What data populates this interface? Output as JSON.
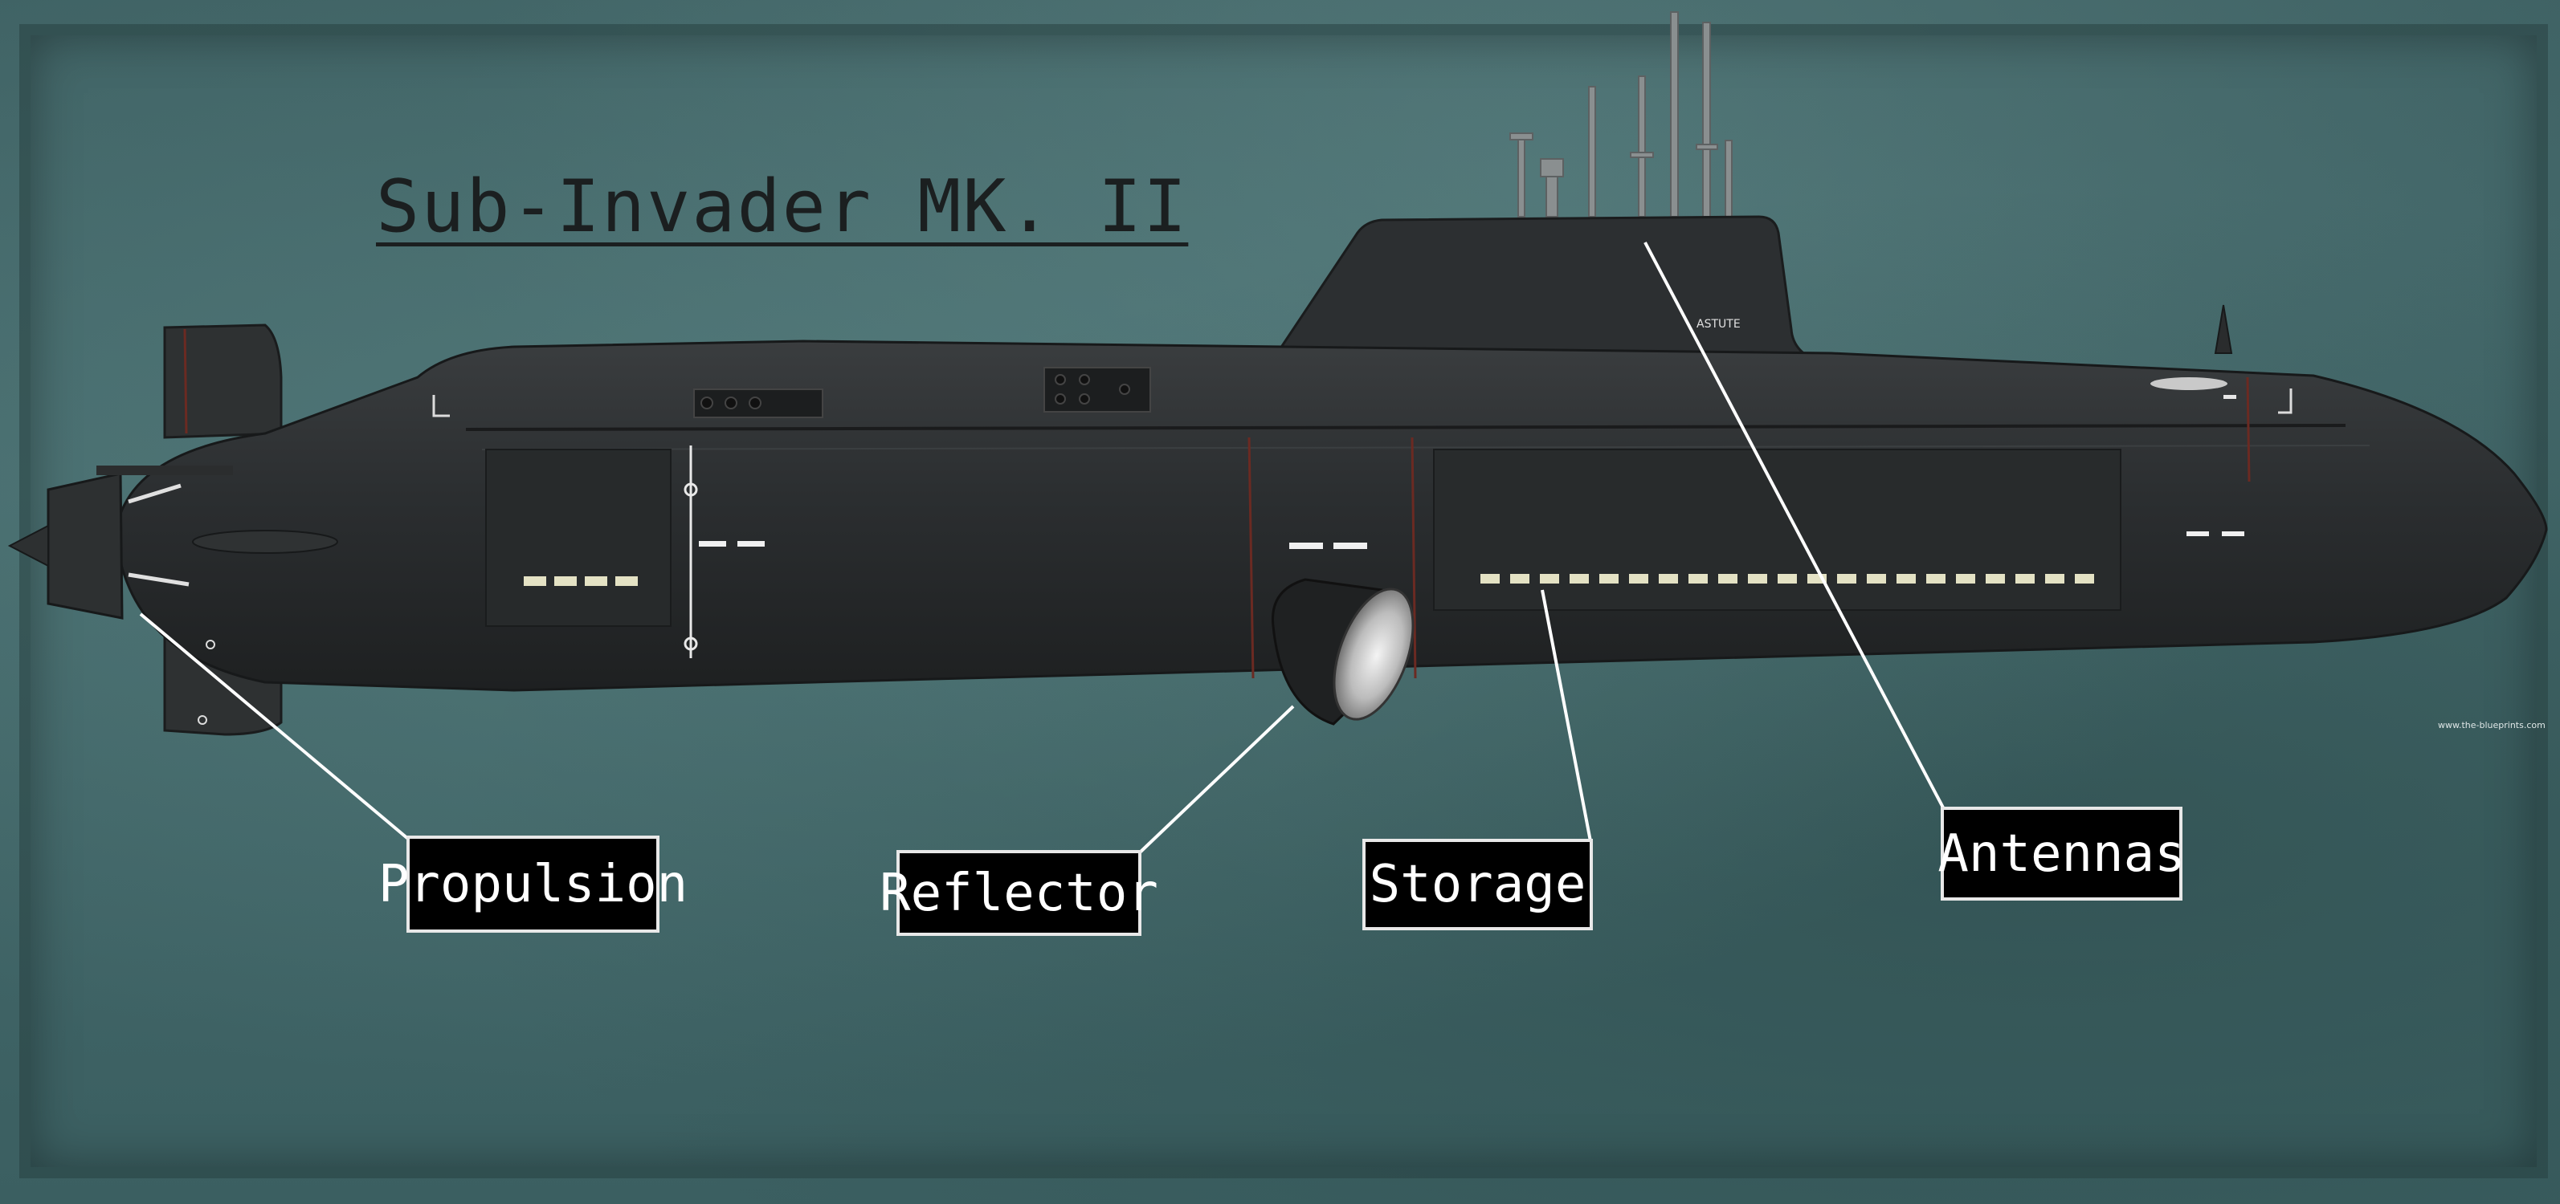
{
  "title": "Sub-Invader MK. II",
  "hull_marking": "ASTUTE",
  "credit": "www.the-blueprints.com",
  "labels": {
    "propulsion": "Propulsion",
    "reflector": "Reflector",
    "storage": "Storage",
    "antennas": "Antennas"
  },
  "colors": {
    "background": "#456a6c",
    "hull": "#2a2c2d",
    "label_bg": "#000000",
    "label_text": "#ffffff",
    "leader_line": "#ffffff"
  }
}
